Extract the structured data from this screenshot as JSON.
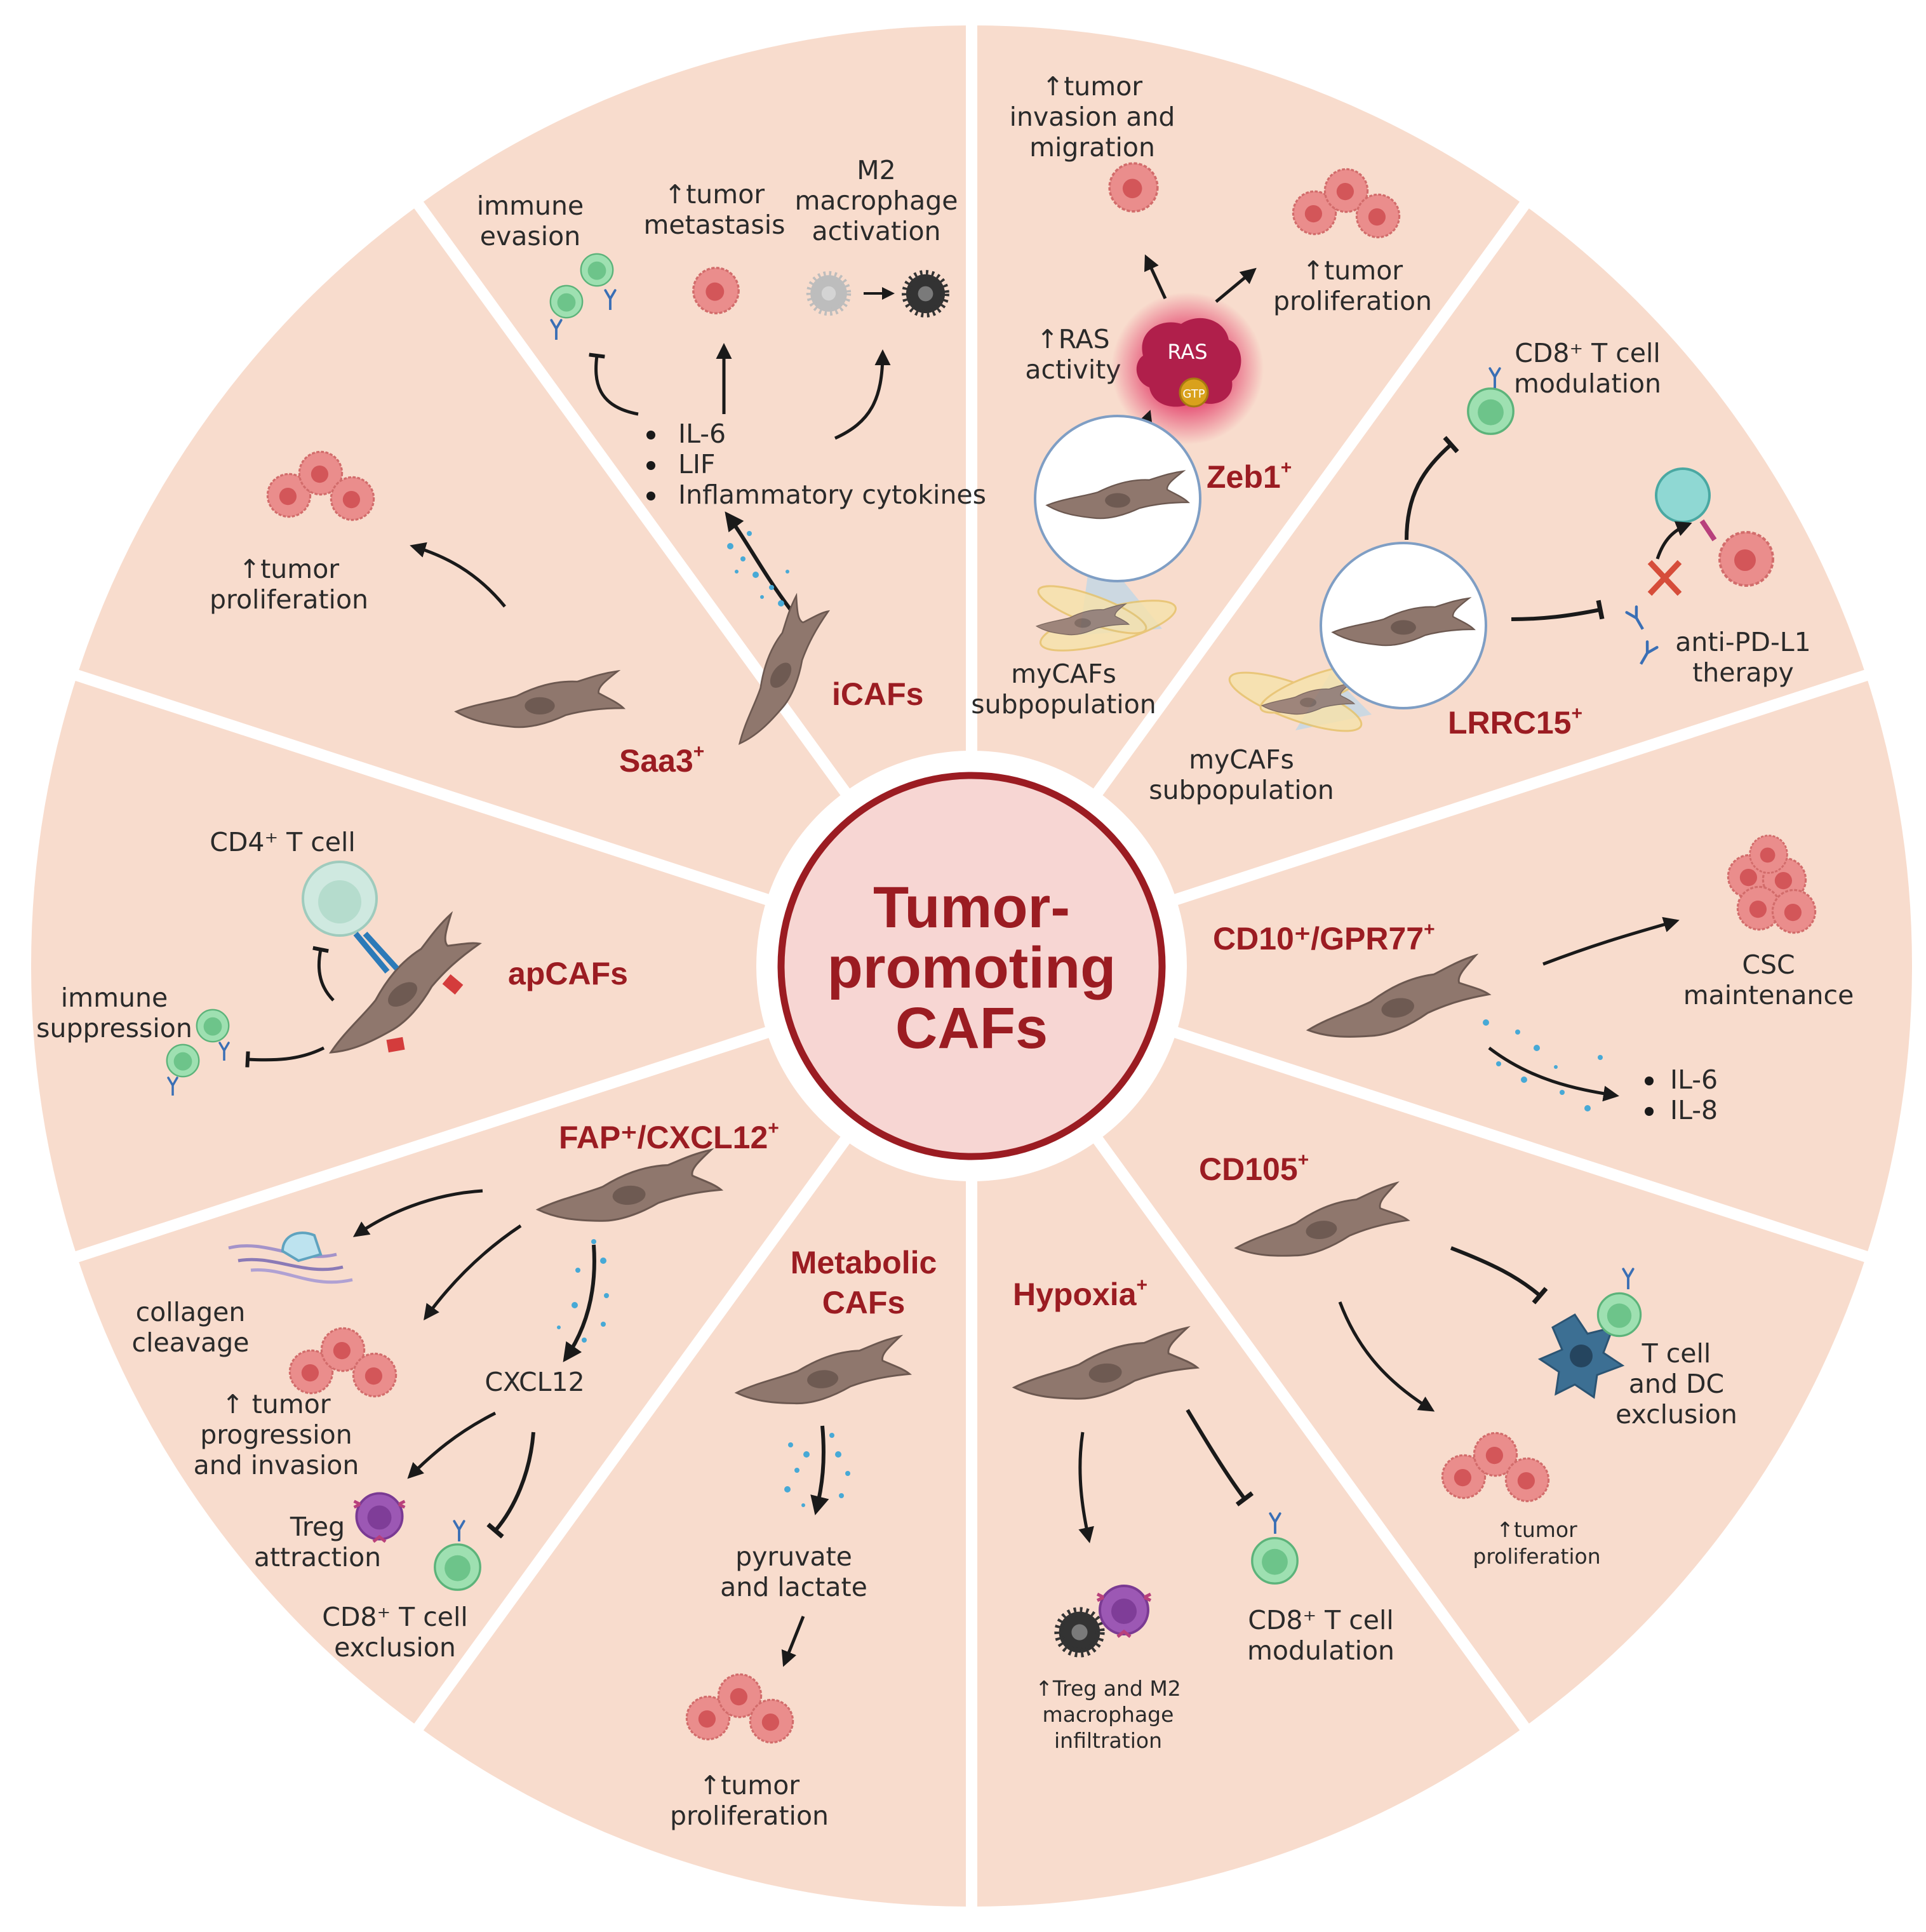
{
  "center": {
    "lines": [
      "Tumor-",
      "promoting",
      "CAFs"
    ]
  },
  "colors": {
    "segment": "#f8dccd",
    "segment_edge": "#ffffff",
    "title": "#9b1c22",
    "center_fill": "#f7d6d3",
    "center_ring": "#9b1c22",
    "fibroblast": "#8f776d",
    "tumor": "#e58584",
    "tcell": "#7fcf98"
  },
  "icons": [
    "fibroblast-icon",
    "tumor-cell-icon",
    "t-cell-icon",
    "macrophage-icon",
    "treg-icon",
    "dendritic-cell-icon",
    "antibody-icon",
    "collagen-icon",
    "ras-protein-icon",
    "cytokine-dots-icon"
  ],
  "segments": {
    "icafs": {
      "title": "iCAFs",
      "immune": [
        "immune",
        "evasion"
      ],
      "metastasis": [
        "↑tumor",
        "metastasis"
      ],
      "macrophage": [
        "M2",
        "macrophage",
        "activation"
      ],
      "bullets": [
        "IL-6",
        "LIF",
        "Inflammatory cytokines"
      ]
    },
    "zeb1": {
      "title": "Zeb1",
      "sup": "+",
      "invasion": [
        "↑tumor",
        "invasion and",
        "migration"
      ],
      "proliferation": [
        "↑tumor",
        "proliferation"
      ],
      "ras": [
        "↑RAS",
        "activity"
      ],
      "ras_label": "RAS",
      "gtp_label": "GTP",
      "mycafs": [
        "myCAFs",
        "subpopulation"
      ]
    },
    "lrrc15": {
      "title": "LRRC15",
      "sup": "+",
      "cd8": [
        "CD8⁺ T cell",
        "modulation"
      ],
      "antipdl1": [
        "anti-PD-L1",
        "therapy"
      ],
      "mycafs": [
        "myCAFs",
        "subpopulation"
      ]
    },
    "cd10": {
      "title": "CD10⁺/GPR77",
      "sup": "+",
      "csc": [
        "CSC",
        "maintenance"
      ],
      "bullets": [
        "IL-6",
        "IL-8"
      ]
    },
    "cd105": {
      "title": "CD105",
      "sup": "+",
      "exclusion": [
        "T cell",
        "and DC",
        "exclusion"
      ],
      "proliferation": [
        "↑tumor",
        "proliferation"
      ]
    },
    "hypoxia": {
      "title": "Hypoxia",
      "sup": "+",
      "infiltration": [
        "↑Treg and M2",
        "macrophage",
        "infiltration"
      ],
      "cd8": [
        "CD8⁺ T cell",
        "modulation"
      ]
    },
    "metabolic": {
      "title": [
        "Metabolic",
        "CAFs"
      ],
      "pyruvate": [
        "pyruvate",
        "and lactate"
      ],
      "proliferation": [
        "↑tumor",
        "proliferation"
      ]
    },
    "fap": {
      "title": "FAP⁺/CXCL12",
      "sup": "+",
      "collagen": [
        "collagen",
        "cleavage"
      ],
      "progression": [
        "↑ tumor",
        "progression",
        "and  invasion"
      ],
      "cxcl12": "CXCL12",
      "treg": [
        "Treg",
        "attraction"
      ],
      "cd8": [
        "CD8⁺ T cell",
        "exclusion"
      ]
    },
    "apcafs": {
      "title": "apCAFs",
      "cd4": "CD4⁺ T cell",
      "suppression": [
        "immune",
        "suppression"
      ]
    },
    "saa3": {
      "title": "Saa3",
      "sup": "+",
      "proliferation": [
        "↑tumor",
        "proliferation"
      ]
    }
  }
}
